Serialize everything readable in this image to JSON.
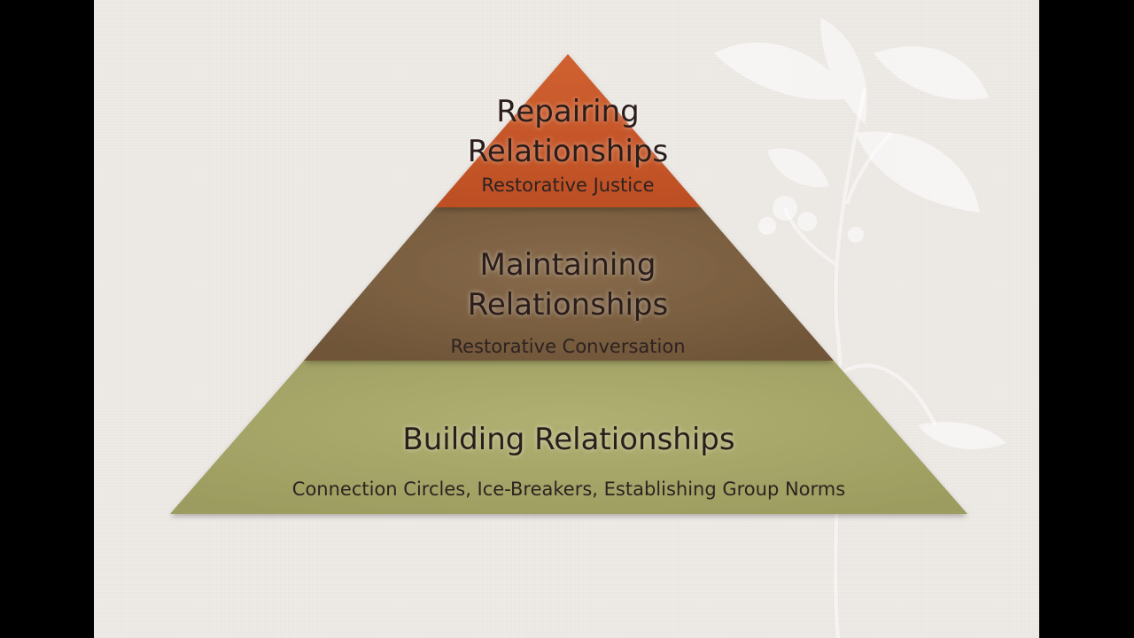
{
  "pyramid": {
    "top": {
      "title_line1": "Repairing",
      "title_line2": "Relationships",
      "subtitle": "Restorative Justice",
      "color": "#c9582a"
    },
    "middle": {
      "title_line1": "Maintaining",
      "title_line2": "Relationships",
      "subtitle": "Restorative Conversation",
      "color": "#7c6042"
    },
    "bottom": {
      "title": "Building Relationships",
      "subtitle": "Connection Circles, Ice-Breakers, Establishing Group Norms",
      "color": "#a9a96a"
    }
  },
  "background": {
    "canvas_color": "#eeeae6",
    "letterbox_color": "#000000",
    "decoration": "leaf-branch-watermark"
  }
}
